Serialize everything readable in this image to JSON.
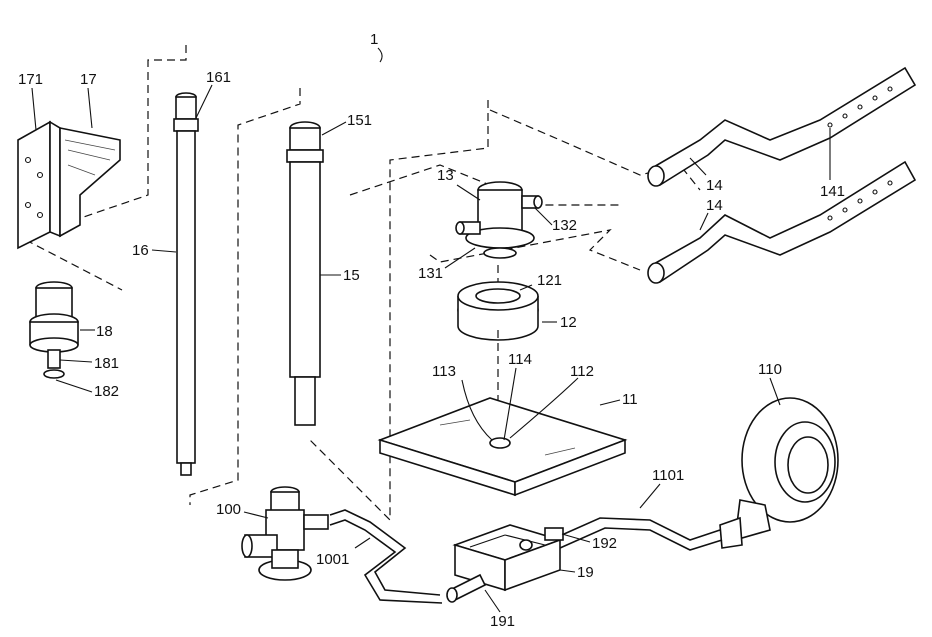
{
  "figure": {
    "assembly_ref": "1",
    "labels": [
      {
        "id": "l-1",
        "text": "1"
      },
      {
        "id": "l-171",
        "text": "171"
      },
      {
        "id": "l-17",
        "text": "17"
      },
      {
        "id": "l-161",
        "text": "161"
      },
      {
        "id": "l-151",
        "text": "151"
      },
      {
        "id": "l-16",
        "text": "16"
      },
      {
        "id": "l-15",
        "text": "15"
      },
      {
        "id": "l-13",
        "text": "13"
      },
      {
        "id": "l-132",
        "text": "132"
      },
      {
        "id": "l-131",
        "text": "131"
      },
      {
        "id": "l-121",
        "text": "121"
      },
      {
        "id": "l-12",
        "text": "12"
      },
      {
        "id": "l-14a",
        "text": "14"
      },
      {
        "id": "l-14b",
        "text": "14"
      },
      {
        "id": "l-141",
        "text": "141"
      },
      {
        "id": "l-18",
        "text": "18"
      },
      {
        "id": "l-181",
        "text": "181"
      },
      {
        "id": "l-182",
        "text": "182"
      },
      {
        "id": "l-113",
        "text": "113"
      },
      {
        "id": "l-114",
        "text": "114"
      },
      {
        "id": "l-112",
        "text": "112"
      },
      {
        "id": "l-11",
        "text": "11"
      },
      {
        "id": "l-110",
        "text": "110"
      },
      {
        "id": "l-1101",
        "text": "1101"
      },
      {
        "id": "l-100",
        "text": "100"
      },
      {
        "id": "l-1001",
        "text": "1001"
      },
      {
        "id": "l-192",
        "text": "192"
      },
      {
        "id": "l-19",
        "text": "19"
      },
      {
        "id": "l-191",
        "text": "191"
      }
    ]
  }
}
